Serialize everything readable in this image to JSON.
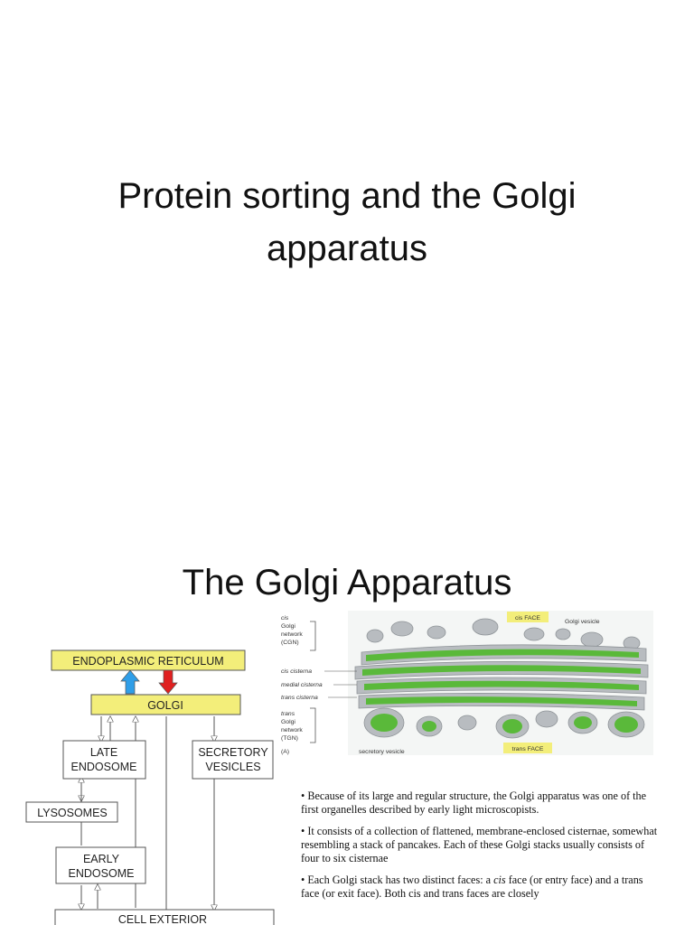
{
  "slide1": {
    "title_line1": "Protein sorting and the Golgi",
    "title_line2": "apparatus"
  },
  "slide2": {
    "title": "The Golgi Apparatus",
    "flowchart": {
      "er": "ENDOPLASMIC RETICULUM",
      "golgi": "GOLGI",
      "late_endosome_1": "LATE",
      "late_endosome_2": "ENDOSOME",
      "secretory_1": "SECRETORY",
      "secretory_2": "VESICLES",
      "lysosomes": "LYSOSOMES",
      "early_endosome_1": "EARLY",
      "early_endosome_2": "ENDOSOME",
      "cell_exterior": "CELL EXTERIOR"
    },
    "micrograph": {
      "cis_face": "cis FACE",
      "golgi_vesicle": "Golgi vesicle",
      "cgn_1": "cis",
      "cgn_2": "Golgi",
      "cgn_3": "network",
      "cgn_4": "(CGN)",
      "cis_cisterna": "cis cisterna",
      "medial_cisterna": "medial cisterna",
      "trans_cisterna": "trans cisterna",
      "tgn_1": "trans",
      "tgn_2": "Golgi",
      "tgn_3": "network",
      "tgn_4": "(TGN)",
      "panel": "(A)",
      "secretory_vesicle": "secretory vesicle",
      "trans_face": "trans FACE"
    },
    "bullets": {
      "b1": "• Because of its large and regular structure, the Golgi apparatus was one of the first organelles described by early light microscopists.",
      "b2": "• It consists of a collection of flattened, membrane-enclosed cisternae, somewhat resembling a stack of pancakes. Each of these Golgi stacks usually consists of four to six cisternae",
      "b3_pre": "• Each Golgi stack has two distinct faces: a ",
      "b3_cis": "cis",
      "b3_post": " face (or entry face) and a trans face (or exit face). Both cis and trans faces are closely"
    },
    "colors": {
      "label_box": "#f3ee7a",
      "arrow_up": "#2f9ee8",
      "arrow_down": "#e02020",
      "cisterna": "#5ab93a",
      "membrane": "#b8bcc0"
    }
  }
}
